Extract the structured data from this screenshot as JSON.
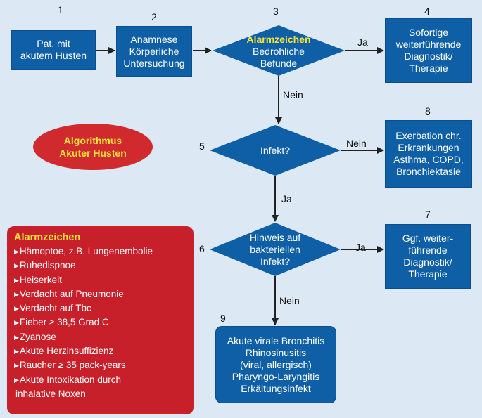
{
  "diagram": {
    "nodes": {
      "n1": {
        "number": "1",
        "lines": [
          "Pat. mit",
          "akutem Husten"
        ]
      },
      "n2": {
        "number": "2",
        "lines": [
          "Anamnese",
          "Körperliche",
          "Untersuchung"
        ]
      },
      "n3": {
        "number": "3",
        "highlight": "Alarmzeichen",
        "lines": [
          "Bedrohliche",
          "Befunde"
        ]
      },
      "n4": {
        "number": "4",
        "lines": [
          "Sofortige",
          "weiterführende",
          "Diagnostik/",
          "Therapie"
        ]
      },
      "n5": {
        "number": "5",
        "lines": [
          "Infekt?"
        ]
      },
      "n6": {
        "number": "6",
        "lines": [
          "Hinweis auf",
          "bakteriellen",
          "Infekt?"
        ]
      },
      "n7": {
        "number": "7",
        "lines": [
          "Ggf. weiter-",
          "führende",
          "Diagnostik/",
          "Therapie"
        ]
      },
      "n8": {
        "number": "8",
        "lines": [
          "Exerbation chr.",
          "Erkrankungen",
          "Asthma, COPD,",
          "Bronchiektasie"
        ]
      },
      "n9": {
        "number": "9",
        "lines": [
          "Akute virale Bronchitis",
          "Rhinosinusitis",
          "(viral, allergisch)",
          "Pharyngo-Laryngitis",
          "Erkältungsinfekt"
        ]
      }
    },
    "edge_labels": {
      "e3_4": "Ja",
      "e3_5": "Nein",
      "e5_8": "Nein",
      "e5_6": "Ja",
      "e6_7": "Ja",
      "e6_9": "Nein"
    },
    "title_lines": [
      "Algorithmus",
      "Akuter Husten"
    ],
    "alarm_panel": {
      "title": "Alarmzeichen",
      "items": [
        "Hämoptoe, z.B. Lungenembolie",
        "Ruhedispnoe",
        "Heiserkeit",
        "Verdacht auf Pneumonie",
        "Verdacht auf Tbc",
        "Fieber ≥ 38,5 Grad C",
        "Zyanose",
        "Akute Herzinsuffizienz",
        "Raucher ≥ 35 pack-years",
        "Akute Intoxikation durch"
      ],
      "continuation": "inhalative Noxen"
    },
    "colors": {
      "box_blue": "#0e5fa6",
      "panel_red": "#c8202a",
      "ellipse_red": "#d12a2e",
      "highlight_yellow": "#f6e43a",
      "background": "#dce8f3"
    }
  }
}
